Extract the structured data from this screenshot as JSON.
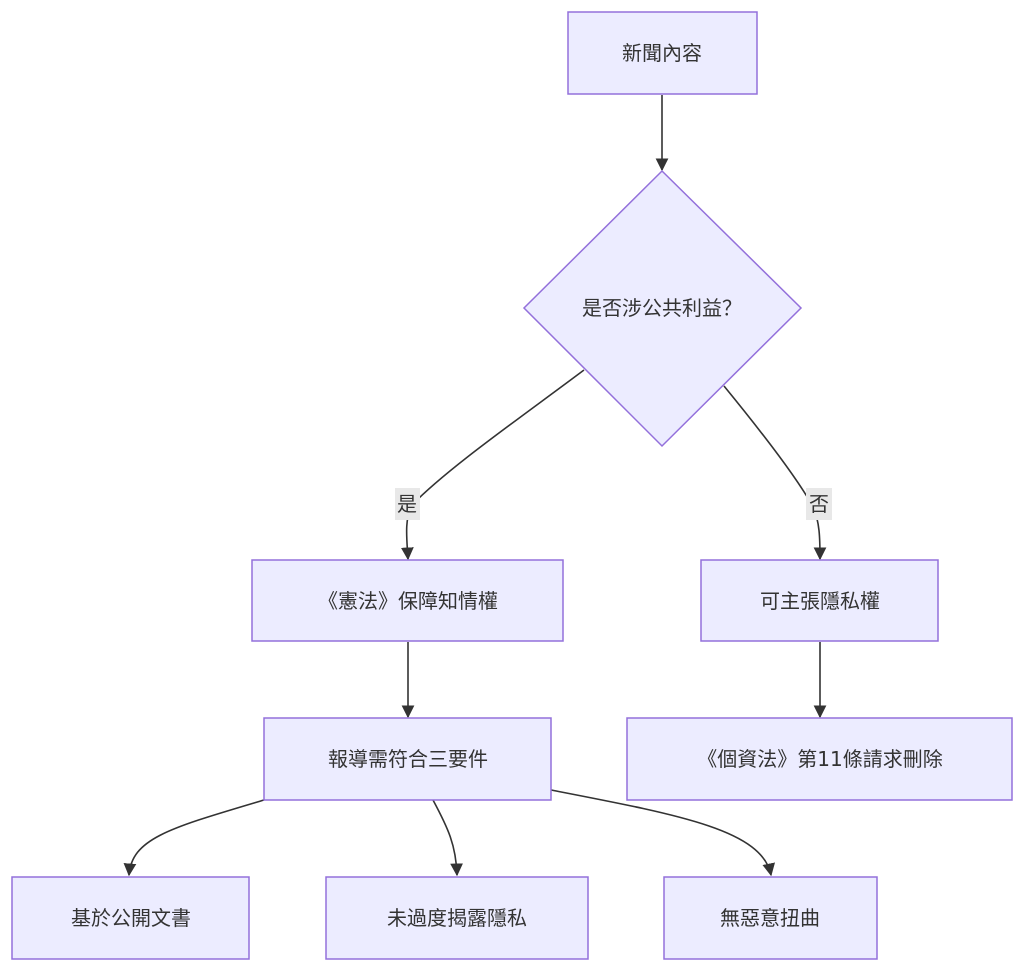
{
  "colors": {
    "node_fill": "#ececff",
    "node_stroke": "#9370db",
    "edge": "#333333",
    "text": "#333333",
    "edge_label_bg": "#e8e8e8"
  },
  "nodes": {
    "news": "新聞內容",
    "decision": "是否涉公共利益？",
    "constitution": "《憲法》保障知情權",
    "privacy": "可主張隱私權",
    "three_requirements": "報導需符合三要件",
    "pdpa_delete": "《個資法》第11條請求刪除",
    "public_document": "基於公開文書",
    "no_overexposure": "未過度揭露隱私",
    "no_distortion": "無惡意扭曲"
  },
  "edge_labels": {
    "yes": "是",
    "no": "否"
  }
}
